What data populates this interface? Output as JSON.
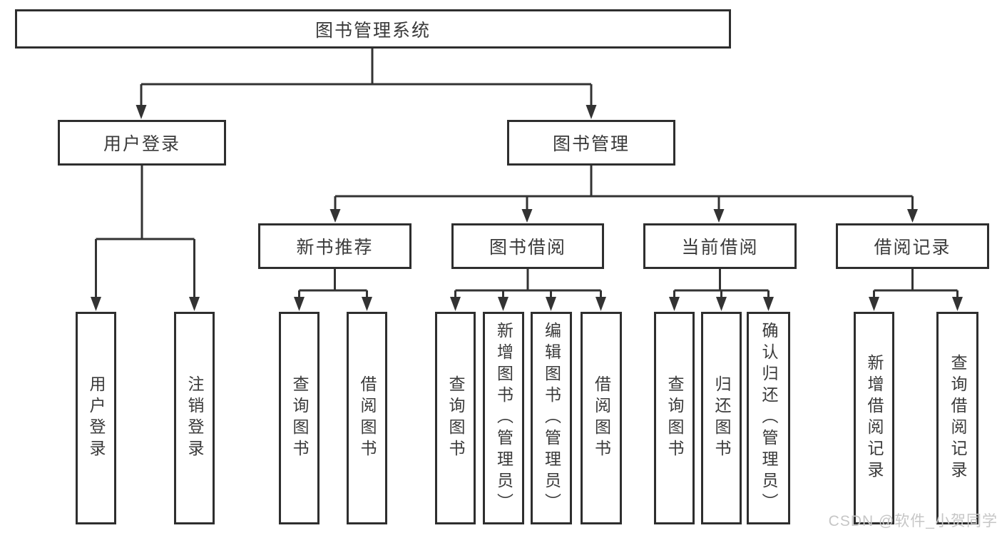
{
  "diagram_title": "图书管理系统",
  "tree": {
    "root": {
      "label": "图书管理系统",
      "children": [
        {
          "label": "用户登录",
          "children": [
            {
              "label": "用户登录"
            },
            {
              "label": "注销登录"
            }
          ]
        },
        {
          "label": "图书管理",
          "children": [
            {
              "label": "新书推荐",
              "children": [
                {
                  "label": "查询图书"
                },
                {
                  "label": "借阅图书"
                }
              ]
            },
            {
              "label": "图书借阅",
              "children": [
                {
                  "label": "查询图书"
                },
                {
                  "label": "新增图书（管理员）"
                },
                {
                  "label": "编辑图书（管理员）"
                },
                {
                  "label": "借阅图书"
                }
              ]
            },
            {
              "label": "当前借阅",
              "children": [
                {
                  "label": "查询图书"
                },
                {
                  "label": "归还图书"
                },
                {
                  "label": "确认归还（管理员）"
                }
              ]
            },
            {
              "label": "借阅记录",
              "children": [
                {
                  "label": "新增借阅记录"
                },
                {
                  "label": "查询借阅记录"
                }
              ]
            }
          ]
        }
      ]
    }
  },
  "watermark": {
    "text": "CSDN @软件_小贺同学"
  },
  "colors": {
    "line": "#333333",
    "box_border": "#2e2e2e",
    "text": "#3a3a3a",
    "watermark": "#c6c6c6",
    "background": "#ffffff"
  }
}
